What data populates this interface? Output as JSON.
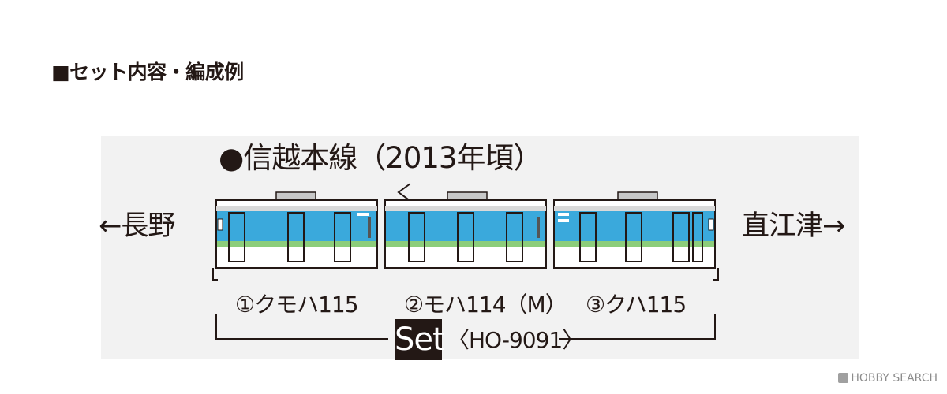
{
  "heading": "■セット内容・編成例",
  "line_title": "●信越本線（2013年頃）",
  "direction_left": "←長野",
  "direction_right": "直江津→",
  "cars": [
    {
      "label": "①クモハ115"
    },
    {
      "label": "②モハ114（M）"
    },
    {
      "label": "③クハ115"
    }
  ],
  "set": {
    "badge": "Set",
    "code": "〈HO-9091〉"
  },
  "watermark": "HOBBY SEARCH",
  "colors": {
    "body": "#ffffff",
    "stripe_blue": "#3aa9dc",
    "stripe_green": "#8ccd7a",
    "roof": "#c8c8c8",
    "outline": "#231815",
    "panel": "#f2f2f2"
  }
}
